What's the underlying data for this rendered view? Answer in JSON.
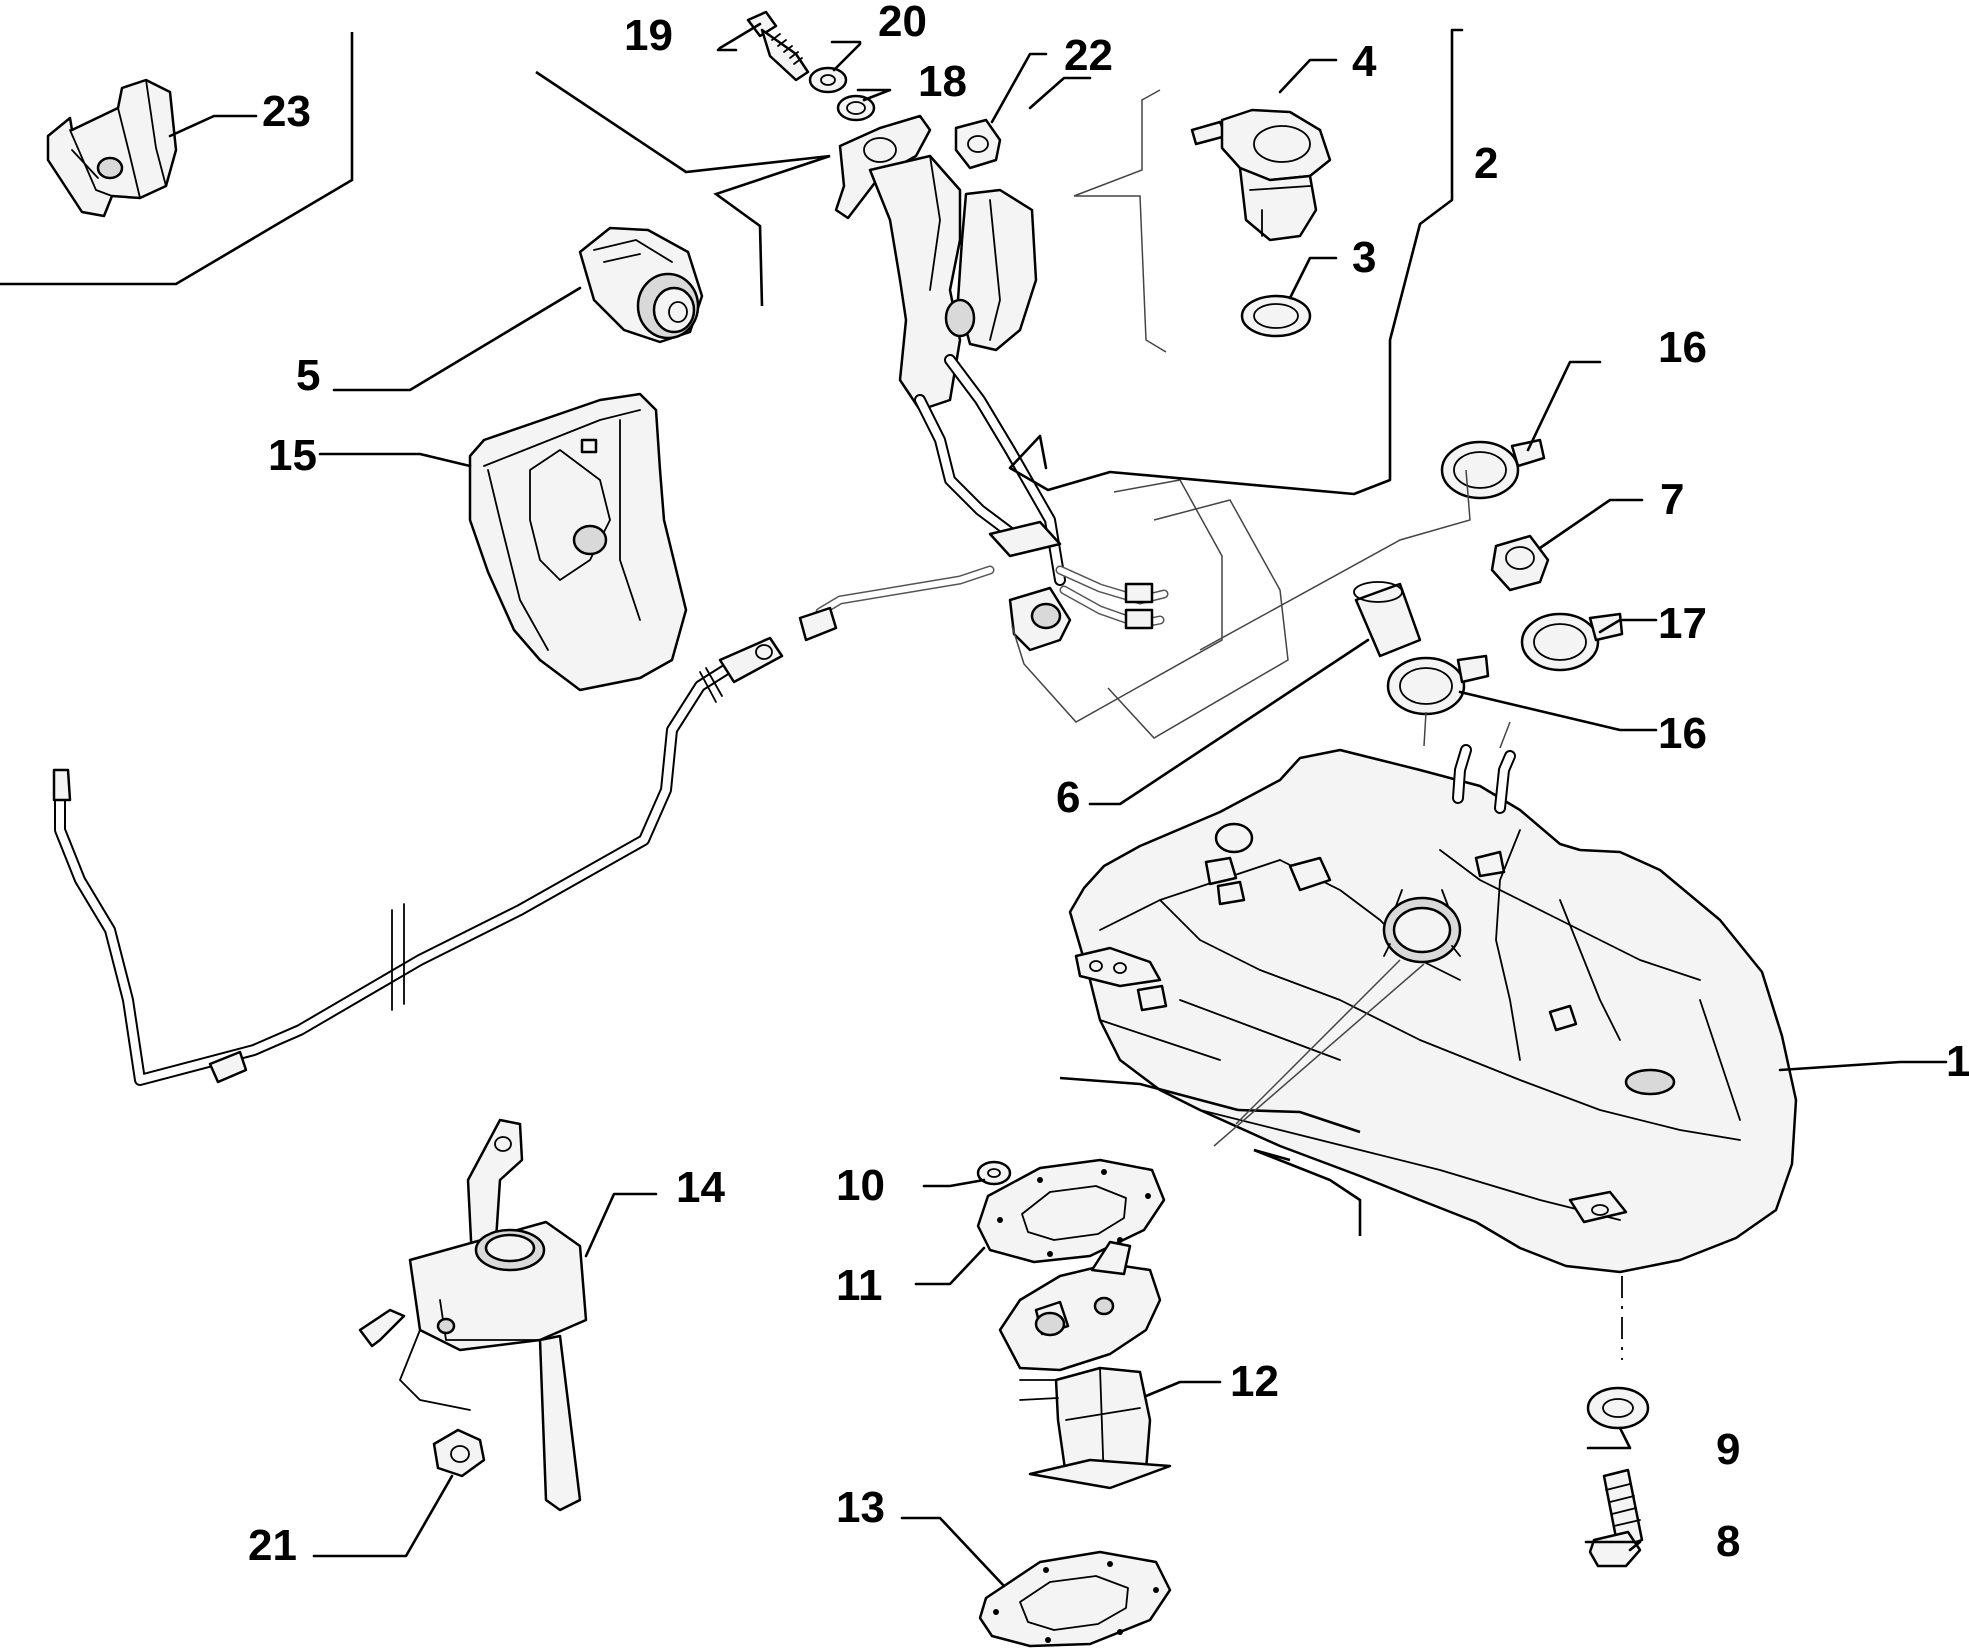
{
  "diagram": {
    "type": "exploded-parts-diagram",
    "callouts": [
      {
        "id": "c1",
        "label": "1"
      },
      {
        "id": "c2",
        "label": "2"
      },
      {
        "id": "c3",
        "label": "3"
      },
      {
        "id": "c4",
        "label": "4"
      },
      {
        "id": "c5",
        "label": "5"
      },
      {
        "id": "c6",
        "label": "6"
      },
      {
        "id": "c7",
        "label": "7"
      },
      {
        "id": "c8",
        "label": "8"
      },
      {
        "id": "c9",
        "label": "9"
      },
      {
        "id": "c10",
        "label": "10"
      },
      {
        "id": "c11",
        "label": "11"
      },
      {
        "id": "c12",
        "label": "12"
      },
      {
        "id": "c13",
        "label": "13"
      },
      {
        "id": "c14",
        "label": "14"
      },
      {
        "id": "c15",
        "label": "15"
      },
      {
        "id": "c16a",
        "label": "16"
      },
      {
        "id": "c16b",
        "label": "16"
      },
      {
        "id": "c17",
        "label": "17"
      },
      {
        "id": "c18",
        "label": "18"
      },
      {
        "id": "c19",
        "label": "19"
      },
      {
        "id": "c20",
        "label": "20"
      },
      {
        "id": "c21",
        "label": "21"
      },
      {
        "id": "c22",
        "label": "22"
      },
      {
        "id": "c23",
        "label": "23"
      }
    ]
  }
}
